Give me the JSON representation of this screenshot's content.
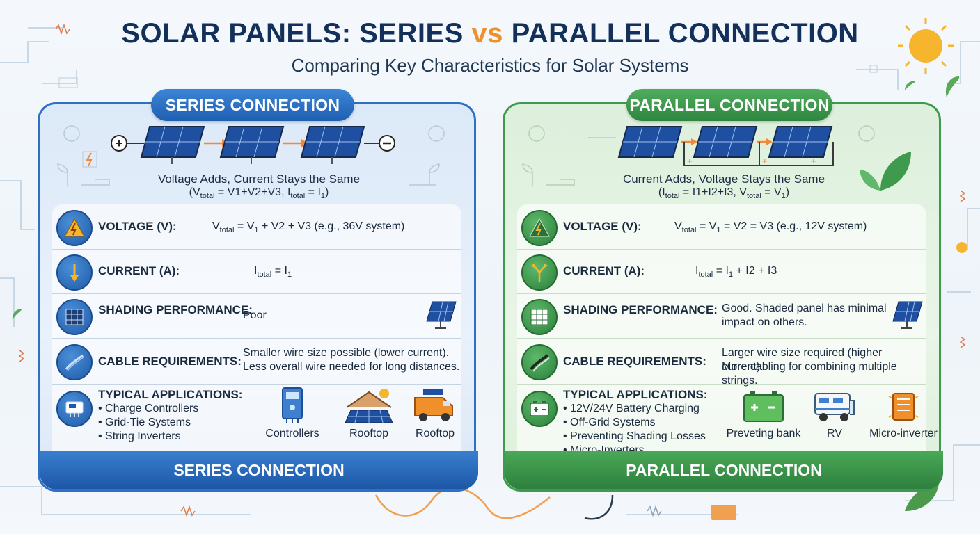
{
  "title": {
    "part1": "SOLAR PANELS: SERIES ",
    "vs": "vs",
    "part2": " PARALLEL CONNECTION"
  },
  "subtitle": "Comparing Key Characteristics for Solar Systems",
  "colors": {
    "series": "#2f6fc4",
    "parallel": "#3f9a4e",
    "accent": "#f0902a",
    "title": "#12305a"
  },
  "series": {
    "header": "SERIES CONNECTION",
    "caption": "Voltage Adds, Current Stays the Same",
    "formula": {
      "open": "(V",
      "sub1": "total",
      "mid": " = V1+V2+V3, I",
      "sub2": "total",
      "end": " = I",
      "sub3": "1",
      "close": ")"
    },
    "rows": {
      "voltage": {
        "label": "VOLTAGE (V):",
        "pre": "V",
        "sub": "total",
        "mid": " = V",
        "sub2": "1",
        "post": " + V2 + V3 (e.g., 36V system)"
      },
      "current": {
        "label": "CURRENT (A):",
        "pre": "I",
        "sub": "total",
        "mid": " = I",
        "sub2": "1"
      },
      "shading": {
        "label": "SHADING PERFORMANCE:",
        "value": "Poor"
      },
      "cable": {
        "label": "CABLE REQUIREMENTS:",
        "line1": "Smaller wire size possible (lower current).",
        "line2": "Less overall wire needed for long distances."
      },
      "apps": {
        "label": "TYPICAL APPLICATIONS:",
        "items": [
          "• Charge Controllers",
          "• Grid-Tie Systems",
          "• String Inverters"
        ],
        "icons": [
          "Controllers",
          "Rooftop",
          "Rooftop"
        ]
      }
    },
    "footer": "SERIES CONNECTION"
  },
  "parallel": {
    "header": "PARALLEL CONNECTION",
    "caption": "Current Adds, Voltage Stays the Same",
    "formula": {
      "open": "(I",
      "sub1": "total",
      "mid": " = I1+I2+I3, V",
      "sub2": "total",
      "end": " = V",
      "sub3": "1",
      "close": ")"
    },
    "rows": {
      "voltage": {
        "label": "VOLTAGE (V):",
        "pre": "V",
        "sub": "total",
        "mid": " = V",
        "sub2": "1",
        "post": " = V2 = V3 (e.g., 12V system)"
      },
      "current": {
        "label": "CURRENT (A):",
        "pre": "I",
        "sub": "total",
        "mid": " = I",
        "sub2": "1",
        "post": " + I2 + I3"
      },
      "shading": {
        "label": "SHADING PERFORMANCE:",
        "line1": "Good. Shaded panel has minimal",
        "line2": "impact on others."
      },
      "cable": {
        "label": "CABLE REQUIREMENTS:",
        "line1": "Larger wire size required (higher current).",
        "line2": "More cabling for combining multiple strings."
      },
      "apps": {
        "label": "TYPICAL APPLICATIONS:",
        "items": [
          "• 12V/24V Battery Charging",
          "• Off-Grid Systems",
          "• Preventing Shading Losses",
          "• Micro-Inverters"
        ],
        "icons": [
          "Preveting bank",
          "RV",
          "Micro-inverter"
        ]
      }
    },
    "footer": "PARALLEL CONNECTION"
  }
}
